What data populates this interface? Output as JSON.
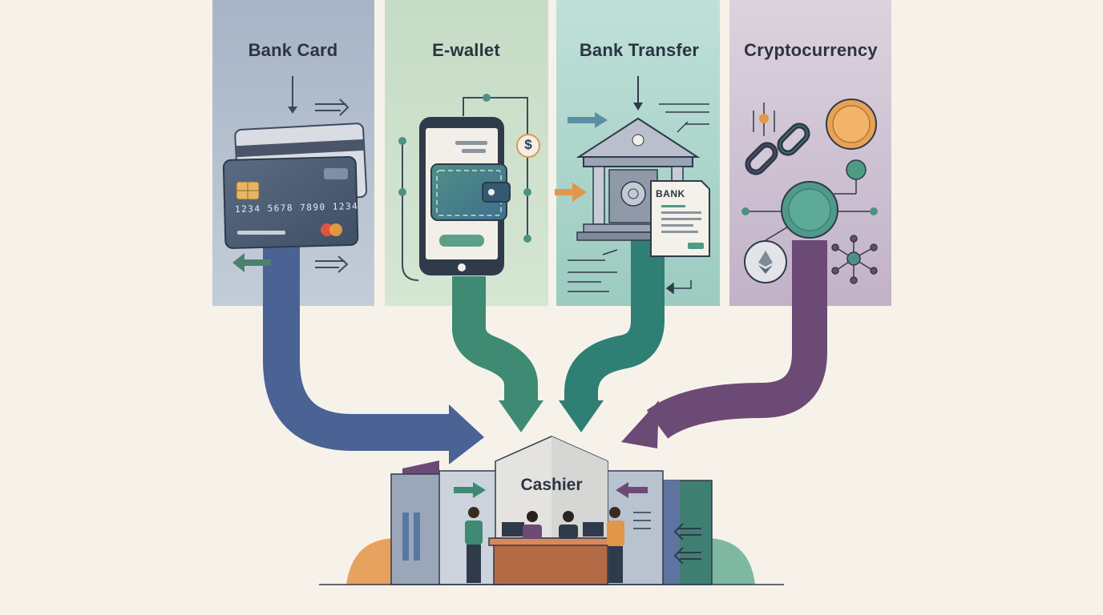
{
  "columns": [
    {
      "label": "Bank Card",
      "color": "#a9b6c8",
      "arrow_color": "#4a6394"
    },
    {
      "label": "E-wallet",
      "color": "#c4d9c4",
      "arrow_color": "#3f8a72"
    },
    {
      "label": "Bank Transfer",
      "color": "#b2d6cc",
      "arrow_color": "#2f7f74"
    },
    {
      "label": "Cryptocurrency",
      "color": "#cfc3d2",
      "arrow_color": "#6c4a76"
    }
  ],
  "card_number": "1234  5678  7890  1234",
  "bank_sign": "BANK",
  "wallet_symbol": "$",
  "cashier_label": "Cashier"
}
